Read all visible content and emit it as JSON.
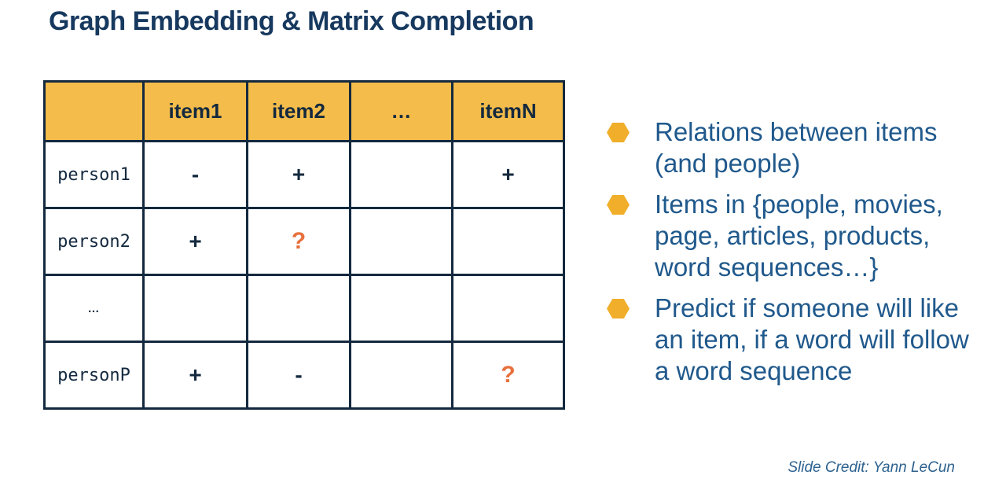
{
  "slide": {
    "title": "Graph Embedding & Matrix Completion",
    "credit": "Slide Credit: Yann LeCun"
  },
  "table": {
    "headers": [
      "",
      "item1",
      "item2",
      "…",
      "itemN"
    ],
    "rows": [
      {
        "label": "person1",
        "cells": [
          "-",
          "+",
          "",
          "+"
        ]
      },
      {
        "label": "person2",
        "cells": [
          "+",
          "?",
          "",
          ""
        ]
      },
      {
        "label": "…",
        "cells": [
          "",
          "",
          "",
          ""
        ]
      },
      {
        "label": "personP",
        "cells": [
          "+",
          "-",
          "",
          "?"
        ]
      }
    ]
  },
  "bullets": [
    "Relations between items (and people)",
    "Items in {people, movies, page, articles, products, word sequences…}",
    "Predict if someone will like an item, if a word will follow a word sequence"
  ],
  "icons": {
    "bullet": "hexagon-bullet"
  },
  "colors": {
    "title_navy": "#17395F",
    "table_border": "#14293E",
    "header_bg": "#F3BC4B",
    "cell_text": "#14293E",
    "question_orange": "#E8703C",
    "bullet_hex": "#F0AE2A",
    "bullet_text": "#20598C",
    "credit_blue": "#2D628F"
  }
}
